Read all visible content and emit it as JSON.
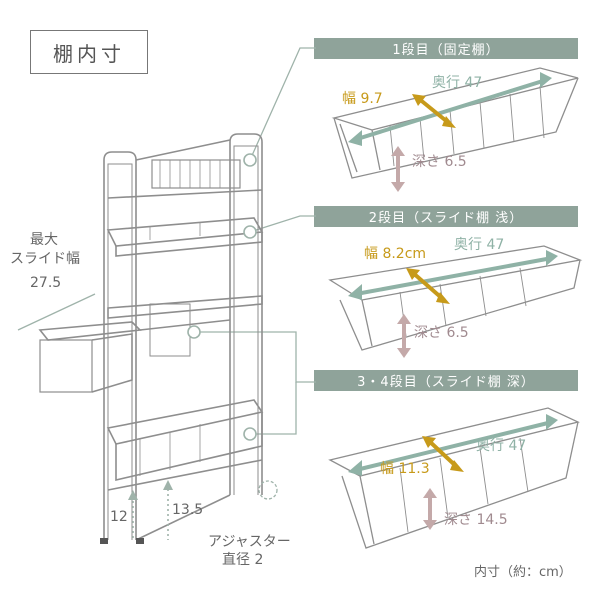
{
  "title": "棚内寸",
  "footer_note": "内寸（約：cm）",
  "shelves": [
    {
      "heading": "1段目（固定棚）",
      "width_label": "幅 9.7",
      "depth_label": "奥行 47",
      "deep_label": "深さ 6.5"
    },
    {
      "heading": "2段目（スライド棚 浅）",
      "width_label": "幅 8.2cm",
      "depth_label": "奥行 47",
      "deep_label": "深さ 6.5"
    },
    {
      "heading": "3・4段目（スライド棚 深）",
      "width_label": "幅 11.3",
      "depth_label": "奥行 47",
      "deep_label": "深さ 14.5"
    }
  ],
  "rack": {
    "max_slide_label_line1": "最大",
    "max_slide_label_line2": "スライド幅",
    "max_slide_value": "27.5",
    "gap_left": "12",
    "gap_right": "13.5",
    "adjuster_line1": "アジャスター",
    "adjuster_line2": "直径 2"
  },
  "colors": {
    "accent": "#8fa39a",
    "width_arrow": "#c79a1a",
    "depth_arrow": "#8fb2a6",
    "deep_arrow": "#c4a9a9"
  }
}
